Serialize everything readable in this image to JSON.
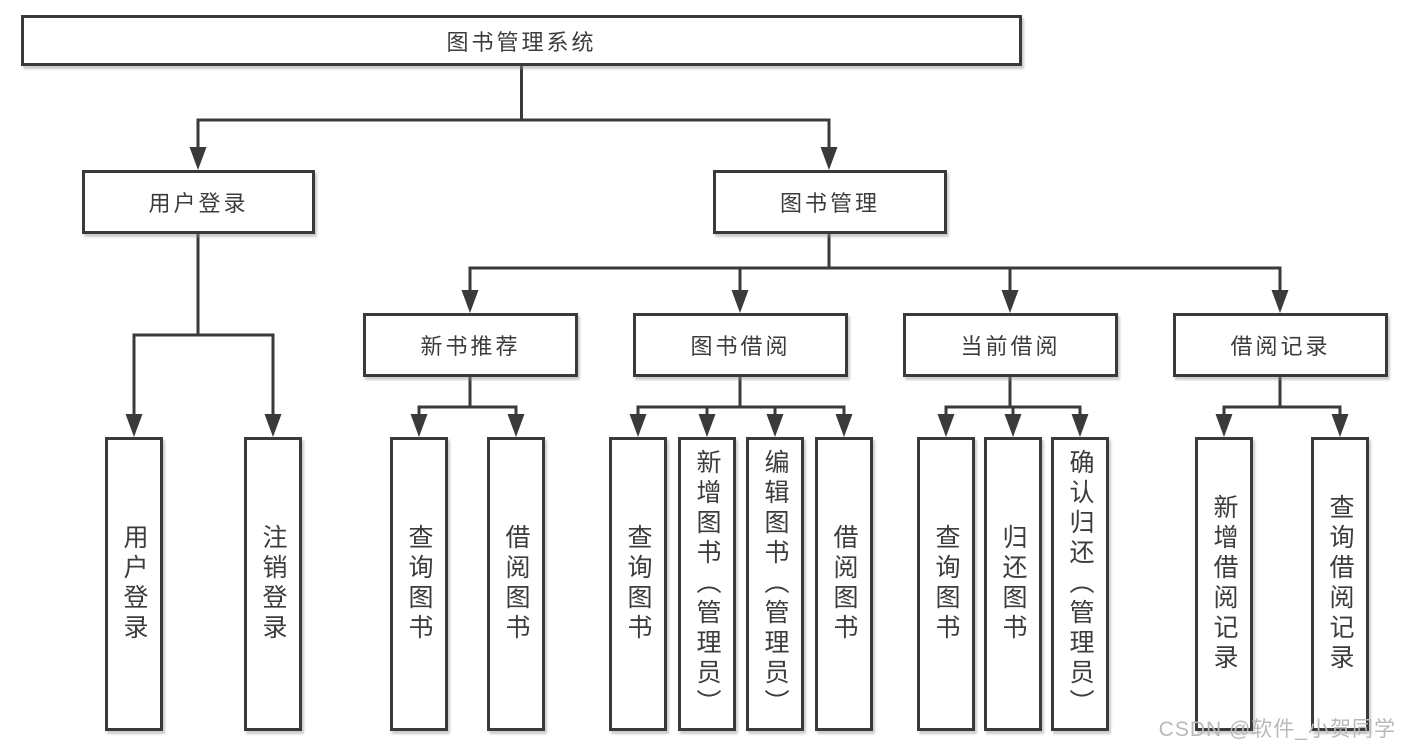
{
  "diagram_title": "图书管理系统",
  "tree": {
    "root": {
      "label": "图书管理系统"
    },
    "branches": [
      {
        "label": "用户登录",
        "children": [
          {
            "label": "用户登录"
          },
          {
            "label": "注销登录"
          }
        ]
      },
      {
        "label": "图书管理",
        "children": [
          {
            "label": "新书推荐",
            "children": [
              {
                "label": "查询图书"
              },
              {
                "label": "借阅图书"
              }
            ]
          },
          {
            "label": "图书借阅",
            "children": [
              {
                "label": "查询图书"
              },
              {
                "label": "新增图书（管理员）"
              },
              {
                "label": "编辑图书（管理员）"
              },
              {
                "label": "借阅图书"
              }
            ]
          },
          {
            "label": "当前借阅",
            "children": [
              {
                "label": "查询图书"
              },
              {
                "label": "归还图书"
              },
              {
                "label": "确认归还（管理员）"
              }
            ]
          },
          {
            "label": "借阅记录",
            "children": [
              {
                "label": "新增借阅记录"
              },
              {
                "label": "查询借阅记录"
              }
            ]
          }
        ]
      }
    ]
  },
  "watermark": {
    "text": "CSDN @软件_小贺同学"
  },
  "colors": {
    "line": "#3a3a3a",
    "text": "#3c3c3c",
    "box_background": "#ffffff",
    "page_background": "#ffffff",
    "watermark": "#b9b9b9"
  }
}
